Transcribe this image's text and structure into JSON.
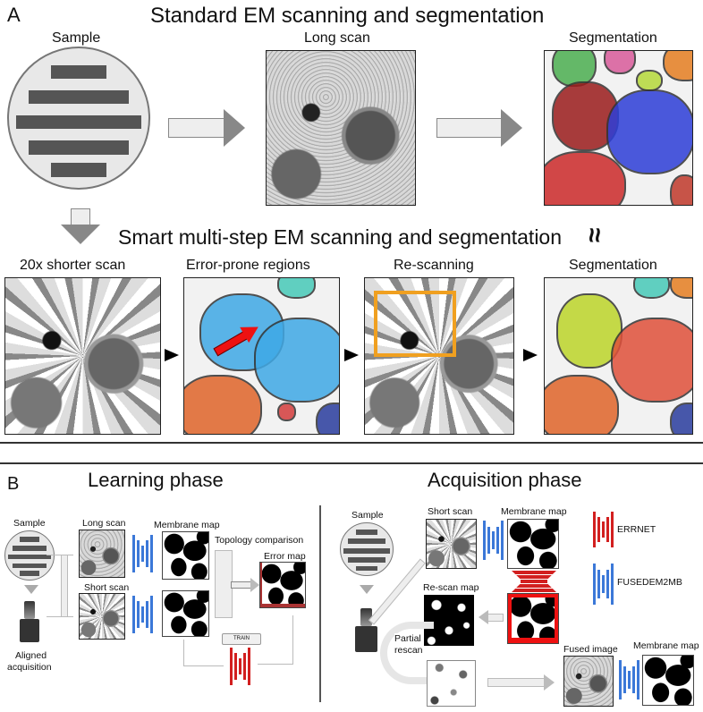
{
  "panel_a": {
    "letter": "A",
    "title_standard": "Standard EM scanning and segmentation",
    "title_smart": "Smart multi-step EM scanning and segmentation",
    "approx_symbol": "≈",
    "sample_label": "Sample",
    "long_scan_label": "Long scan",
    "segmentation_label": "Segmentation",
    "short_scan_label": "20x shorter scan",
    "error_regions_label": "Error-prone regions",
    "rescanning_label": "Re-scanning",
    "segmentation2_label": "Segmentation"
  },
  "panel_b": {
    "letter": "B",
    "learning": {
      "title": "Learning phase",
      "sample_label": "Sample",
      "aligned_label_1": "Aligned",
      "aligned_label_2": "acquisition",
      "long_scan_label": "Long scan",
      "short_scan_label": "Short scan",
      "membrane_map_label": "Membrane map",
      "topology_label": "Topology comparison",
      "error_map_label": "Error map",
      "train_label": "TRAIN"
    },
    "acquisition": {
      "title": "Acquisition phase",
      "sample_label": "Sample",
      "short_scan_label": "Short scan",
      "membrane_map_label": "Membrane map",
      "rescan_map_label": "Re-scan map",
      "partial_label_1": "Partial",
      "partial_label_2": "rescan",
      "fused_label": "Fused image",
      "membrane_map2_label": "Membrane map"
    },
    "legend": [
      {
        "label": "ERRNET",
        "color": "#d21f1f"
      },
      {
        "label": "FUSEDEM2MB",
        "color": "#3b78d8"
      }
    ]
  }
}
